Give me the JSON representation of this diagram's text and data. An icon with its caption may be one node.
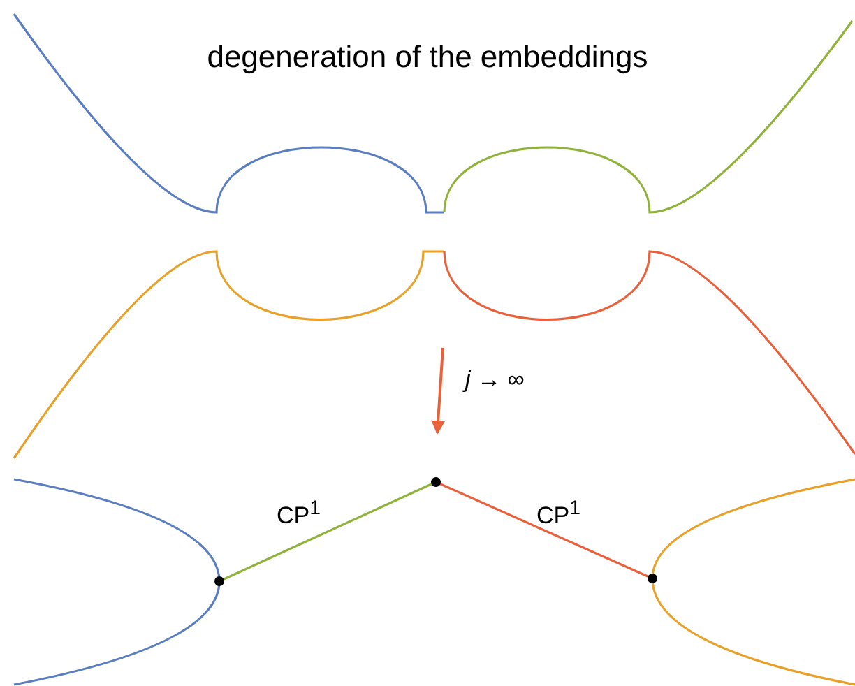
{
  "diagram": {
    "title": "degeneration of the embeddings",
    "labels": [
      "*j* → ∞",
      "CP$^{1}$",
      "CP$^{1}$"
    ]
  }
}
